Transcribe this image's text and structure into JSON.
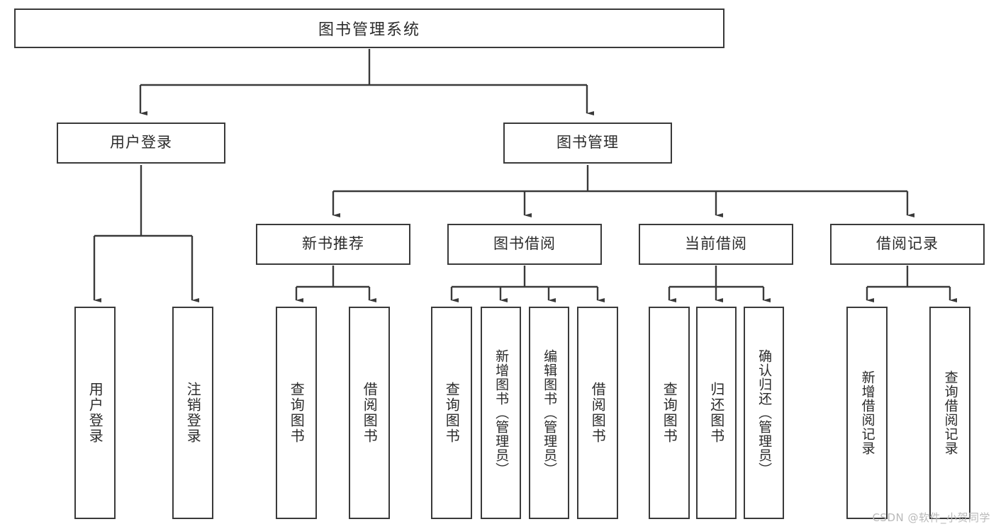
{
  "diagram": {
    "title": "图书管理系统",
    "type": "tree-hierarchy-diagram",
    "colors": {
      "box_border": "#3a3a3a",
      "box_fill": "#ffffff",
      "connector": "#3a3a3a",
      "text": "#2b2b2b",
      "watermark": "#b9b9b9"
    },
    "root": {
      "label": "图书管理系统"
    },
    "level2": [
      {
        "label": "用户登录"
      },
      {
        "label": "图书管理"
      }
    ],
    "level3": [
      {
        "label": "新书推荐"
      },
      {
        "label": "图书借阅"
      },
      {
        "label": "当前借阅"
      },
      {
        "label": "借阅记录"
      }
    ],
    "leaves": {
      "user_login": [
        {
          "label": "用户登录"
        },
        {
          "label": "注销登录"
        }
      ],
      "new_book_recommend": [
        {
          "label": "查询图书"
        },
        {
          "label": "借阅图书"
        }
      ],
      "book_borrow": [
        {
          "label": "查询图书"
        },
        {
          "label": "新增图书（管理员）"
        },
        {
          "label": "编辑图书（管理员）"
        },
        {
          "label": "借阅图书"
        }
      ],
      "current_borrow": [
        {
          "label": "查询图书"
        },
        {
          "label": "归还图书"
        },
        {
          "label": "确认归还（管理员）"
        }
      ],
      "borrow_record": [
        {
          "label": "新增借阅记录"
        },
        {
          "label": "查询借阅记录"
        }
      ]
    }
  },
  "watermark": {
    "text": "CSDN @软件_小贺同学"
  }
}
